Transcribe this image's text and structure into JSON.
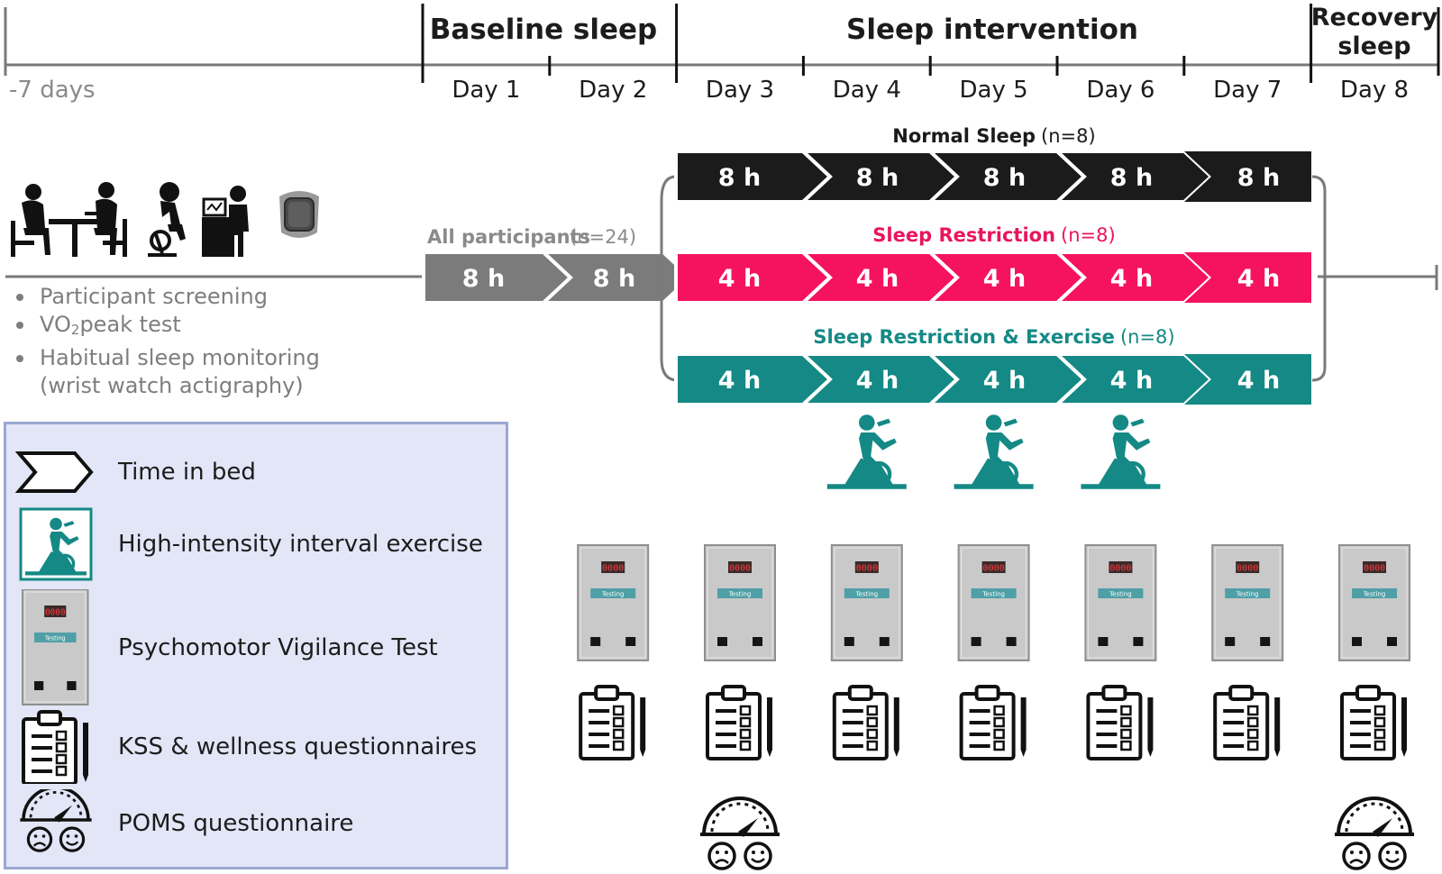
{
  "phases": [
    {
      "label": "Baseline sleep"
    },
    {
      "label": "Sleep intervention"
    },
    {
      "label_line1": "Recovery",
      "label_line2": "sleep"
    }
  ],
  "days": [
    "-7 days",
    "Day 1",
    "Day 2",
    "Day 3",
    "Day 4",
    "Day 5",
    "Day 6",
    "Day 7",
    "Day 8"
  ],
  "baseline": {
    "title": "All participants",
    "n": "(n=24)",
    "blocks": [
      "8 h",
      "8 h"
    ],
    "color": "#7b7b7b"
  },
  "groups": [
    {
      "title": "Normal Sleep",
      "n": "(n=8)",
      "color": "#1b1b1b",
      "title_color": "#1b1b1b",
      "blocks": [
        "8 h",
        "8 h",
        "8 h",
        "8 h",
        "8 h"
      ]
    },
    {
      "title": "Sleep Restriction",
      "n": "(n=8)",
      "color": "#f5135f",
      "title_color": "#e8155f",
      "blocks": [
        "4 h",
        "4 h",
        "4 h",
        "4 h",
        "4 h"
      ]
    },
    {
      "title": "Sleep Restriction & Exercise",
      "n": "(n=8)",
      "color": "#148985",
      "title_color": "#148985",
      "blocks": [
        "4 h",
        "4 h",
        "4 h",
        "4 h",
        "4 h"
      ]
    }
  ],
  "screening": {
    "items": [
      {
        "text": "Participant screening"
      },
      {
        "text_before": "VO",
        "text_sub": "2",
        "text_after": "peak test"
      },
      {
        "text": "Habitual sleep monitoring"
      },
      {
        "text": "(wrist watch actigraphy)"
      }
    ],
    "icons": [
      "meeting-icon",
      "vo2-test-icon",
      "wrist-watch-icon"
    ]
  },
  "exercise_days": [
    "Day 4",
    "Day 5",
    "Day 6"
  ],
  "pvt_days": [
    "Day 2",
    "Day 3",
    "Day 4",
    "Day 5",
    "Day 6",
    "Day 7",
    "Day 8"
  ],
  "questionnaire_days": [
    "Day 2",
    "Day 3",
    "Day 4",
    "Day 5",
    "Day 6",
    "Day 7",
    "Day 8"
  ],
  "poms_days": [
    "Day 3",
    "Day 8"
  ],
  "pvt_screen_text": "0000",
  "pvt_button_text": "Testing",
  "legend": [
    {
      "icon": "chevron-icon",
      "label": "Time in bed"
    },
    {
      "icon": "exercise-bike-icon",
      "label": "High-intensity interval exercise"
    },
    {
      "icon": "pvt-device-icon",
      "label": "Psychomotor Vigilance Test"
    },
    {
      "icon": "clipboard-icon",
      "label": "KSS & wellness questionnaires"
    },
    {
      "icon": "mood-gauge-icon",
      "label": "POMS questionnaire"
    }
  ],
  "colors": {
    "axis": "#7a7a7a",
    "teal": "#148985",
    "pink": "#f5135f",
    "dark": "#1b1b1b",
    "legend_bg": "#e3e6f7"
  }
}
